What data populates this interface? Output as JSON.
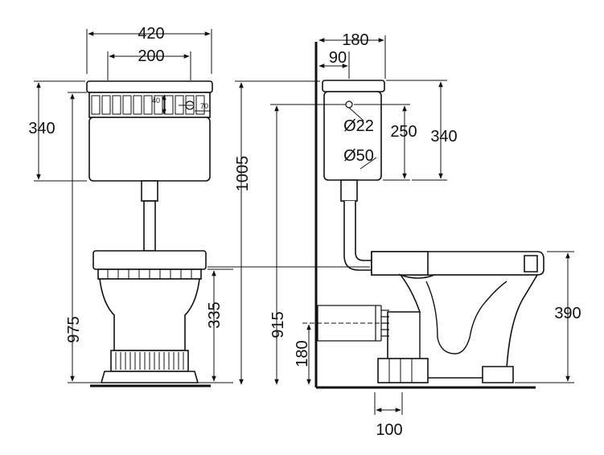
{
  "colors": {
    "ink": "#111111",
    "fill": "#ffffff"
  },
  "dimensions": {
    "front_width_total": "420",
    "front_width_inner": "200",
    "front_cistern_height": "340",
    "front_overall_height": "975",
    "front_bowl_height": "335",
    "front_small_40": "40",
    "front_small_70": "70",
    "side_depth_180": "180",
    "side_depth_90": "90",
    "side_height_1005": "1005",
    "side_height_915": "915",
    "side_cistern_250": "250",
    "side_cistern_340": "340",
    "side_pan_390": "390",
    "side_outlet_180": "180",
    "side_outlet_100": "100",
    "inlet_d22": "Ø22",
    "outlet_d50": "Ø50"
  }
}
